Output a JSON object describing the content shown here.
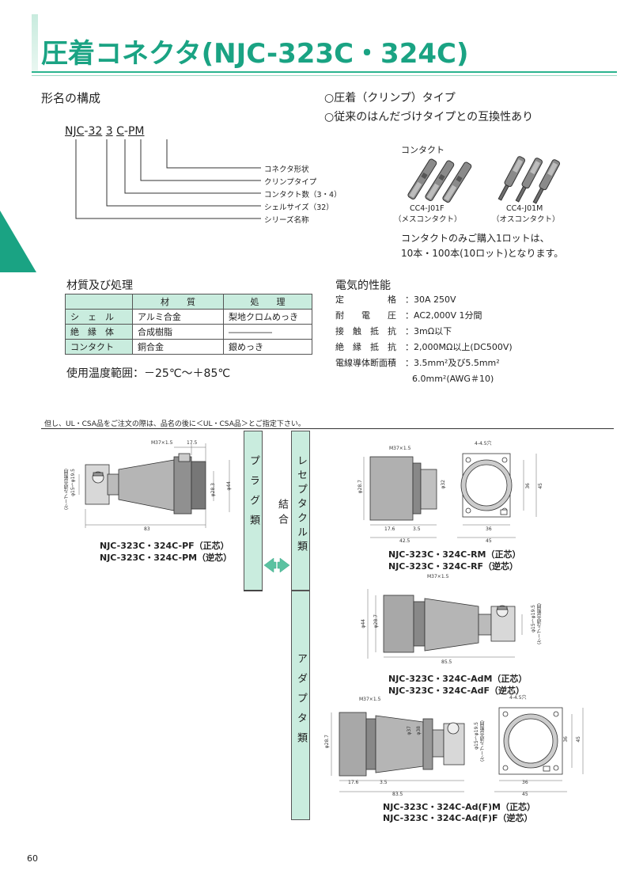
{
  "title": "圧着コネクタ(NJC-323C・324C)",
  "page_number": "60",
  "model_section": {
    "heading": "形名の構成",
    "code": [
      "NJC",
      "-",
      "32",
      "3",
      "C",
      "-",
      "PM"
    ],
    "labels": [
      "コネクタ形状",
      "クリンプタイプ",
      "コンタクト数（3・4）",
      "シェルサイズ（32）",
      "シリーズ名称"
    ]
  },
  "features": [
    "○圧着（クリンプ）タイプ",
    "○従来のはんだづけタイプとの互換性あり"
  ],
  "contact": {
    "heading": "コンタクト",
    "items": [
      {
        "code": "CC4-J01F",
        "name": "（メスコンタクト）"
      },
      {
        "code": "CC4-J01M",
        "name": "（オスコンタクト）"
      }
    ],
    "note_line1": "コンタクトのみご購入1ロットは、",
    "note_line2": "10本・100本(10ロット)となります。"
  },
  "material": {
    "heading": "材質及び処理",
    "headers": [
      "",
      "材　　質",
      "処　　理"
    ],
    "rows": [
      [
        "シ　ェ　ル",
        "アルミ合金",
        "梨地クロムめっき"
      ],
      [
        "絶　縁　体",
        "合成樹脂",
        "―――――"
      ],
      [
        "コンタクト",
        "銅合金",
        "銀めっき"
      ]
    ],
    "temp": "使用温度範囲：－25℃～＋85℃"
  },
  "electrical": {
    "heading": "電気的性能",
    "rows": [
      {
        "label": "定　　　　　格",
        "value": "：30A 250V"
      },
      {
        "label": "耐　　電　　圧",
        "value": "：AC2,000V 1分間"
      },
      {
        "label": "接　触　抵　抗",
        "value": "：3mΩ以下"
      },
      {
        "label": "絶　縁　抵　抗",
        "value": "：2,000MΩ以上(DC500V)"
      },
      {
        "label": "電線導体断面積",
        "value": "：3.5mm²及び5.5mm²"
      }
    ],
    "extra": "6.0mm²(AWG＃10)"
  },
  "ul_note": "但し、UL・CSA品をご注文の際は、品名の後に＜UL・CSA品＞とご指定下さい。",
  "bands": {
    "plug": "プラグ類",
    "join": "結合",
    "receptacle": "レセプタクル類",
    "adapter": "アダプタ類"
  },
  "drawings": {
    "plug": {
      "lines": [
        "NJC-323C・324C-PF（正芯）",
        "NJC-323C・324C-PM（逆芯）"
      ],
      "dims": [
        "M37×1.5",
        "17.5",
        "83",
        "φ28.3",
        "φ44",
        "φ15～φ19.5",
        "（ケーブル適合範囲）"
      ]
    },
    "receptacle": {
      "lines": [
        "NJC-323C・324C-RM（正芯）",
        "NJC-323C・324C-RF（逆芯）"
      ],
      "dims": [
        "M37×1.5",
        "φ28.7",
        "φ32",
        "17.6",
        "3.5",
        "42.5",
        "4-4.5穴",
        "36",
        "45",
        "36",
        "45"
      ]
    },
    "adapter": {
      "lines": [
        "NJC-323C・324C-AdM（正芯）",
        "NJC-323C・324C-AdF（逆芯）"
      ],
      "dims": [
        "M37×1.5",
        "φ44",
        "φ28.7",
        "85.5",
        "φ15～φ19.5",
        "（ケーブル適合範囲）"
      ]
    },
    "adapter_f": {
      "lines": [
        "NJC-323C・324C-Ad(F)M（正芯）",
        "NJC-323C・324C-Ad(F)F（逆芯）"
      ],
      "dims": [
        "M37×1.5",
        "φ28.7",
        "φ37",
        "φ38",
        "17.6",
        "3.5",
        "83.5",
        "φ15～φ19.5",
        "（ケーブル適合範囲）",
        "4-4.5穴",
        "36",
        "45",
        "36",
        "45"
      ]
    }
  }
}
